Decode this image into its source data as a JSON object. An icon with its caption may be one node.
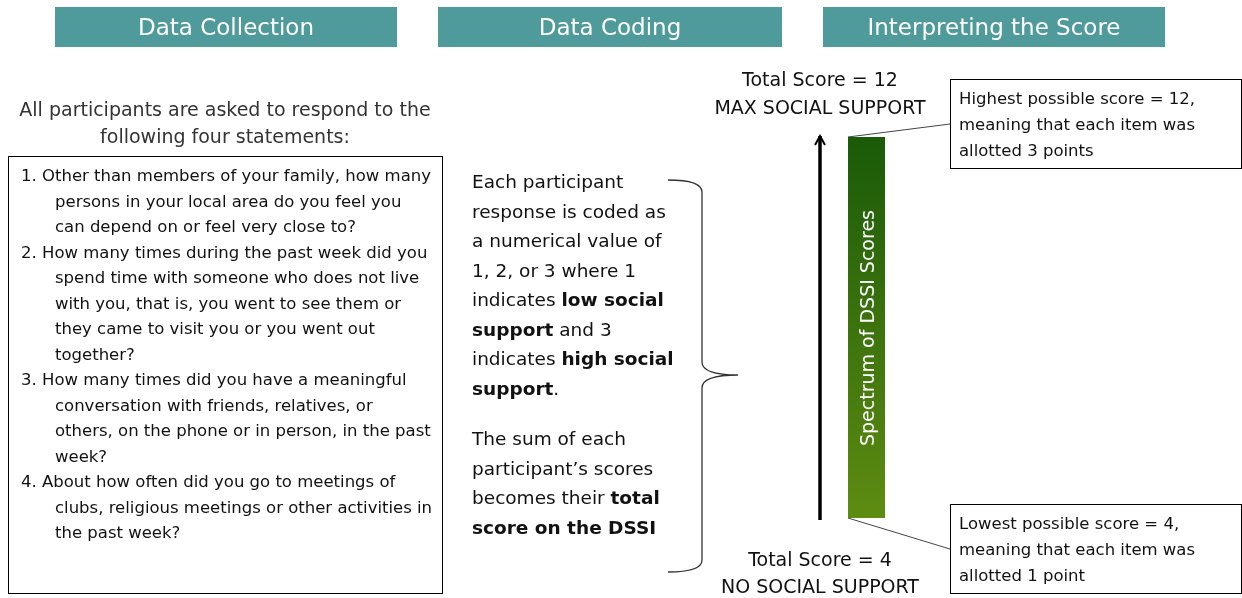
{
  "diagram": {
    "nodes": [
      {
        "text": [
          "Data Collection"
        ]
      },
      {
        "text": [
          "Data Coding"
        ]
      },
      {
        "text": [
          "Interpreting the Score"
        ]
      },
      {
        "text": [
          "1. Other than members of your family, how many persons in your local area do you feel you can depend on or feel very close to?",
          "2. How many times during the past week did you spend time with someone who does not live with you, that is, you went to see them or they came to visit you or you went out together?",
          "3. How many times did you have a meaningful conversation with friends, relatives, or others, on the phone or in person, in the past week?",
          "4. About how often did you go to meetings of clubs, religious meetings or other activities in the past week?"
        ]
      },
      {
        "text": [
          "Spectrum of DSSI Scores"
        ]
      },
      {
        "text": [
          "Highest possible score = 12, meaning that each item was allotted 3 points"
        ]
      },
      {
        "text": [
          "Lowest possible score = 4, meaning that each item was allotted 1 point"
        ]
      }
    ],
    "edges": [
      {
        "from": 5,
        "to": 4,
        "arrow": "none"
      },
      {
        "from": 6,
        "to": 4,
        "arrow": "none"
      }
    ],
    "labels": [
      "All participants are asked to respond to the following four statements:",
      "Each participant response is coded as a numerical value of 1, 2, or 3 where 1 indicates **low social support** and 3 indicates **high social support**.",
      "The sum of each participant’s scores becomes their **total score on the DSSI**",
      "Total Score = 12",
      "MAX SOCIAL SUPPORT",
      "Total Score = 4",
      "NO SOCIAL SUPPORT"
    ]
  }
}
